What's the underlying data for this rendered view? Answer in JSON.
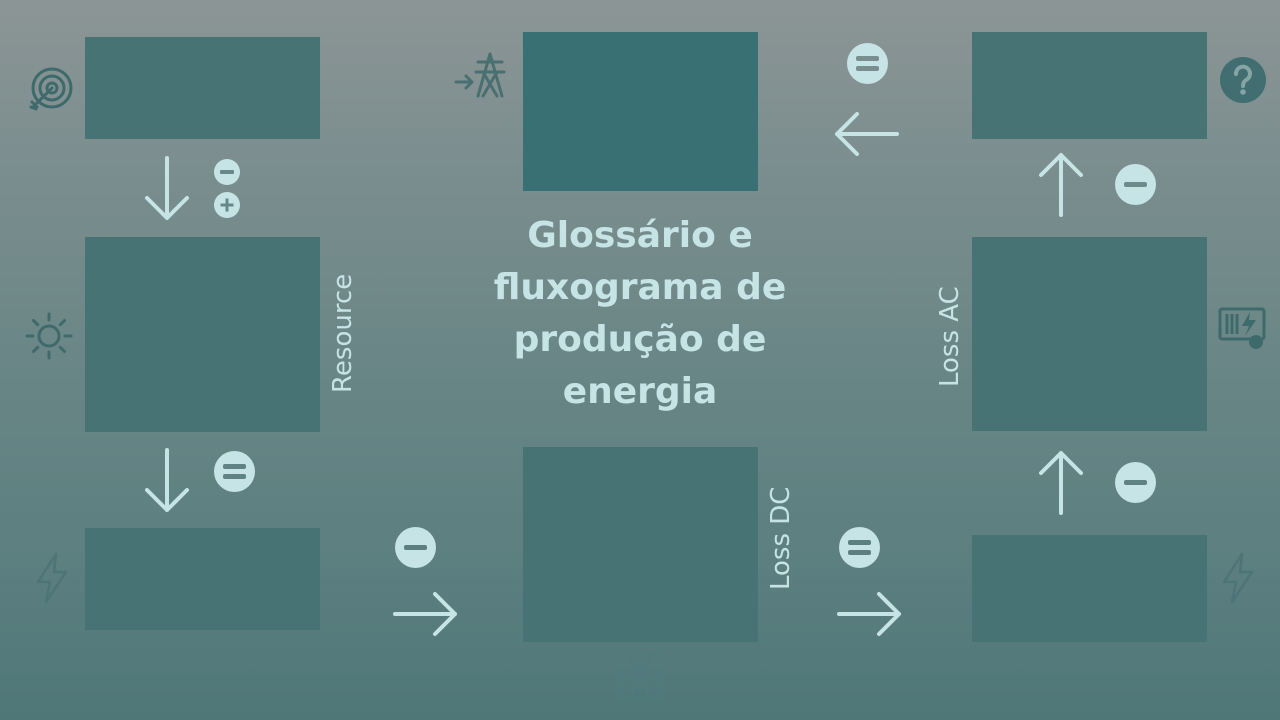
{
  "title": "Glossário e fluxograma de produção de energia",
  "labels": {
    "resource": "Resource",
    "loss_dc": "Loss DC",
    "loss_ac": "Loss AC"
  },
  "colors": {
    "box": "#477375",
    "box_dark": "#387074",
    "text": "#c6e3e5",
    "icon": "#3f6a6c"
  },
  "icons": {
    "target": "target-icon",
    "sun": "sun-icon",
    "lightning": "lightning-icon",
    "transmission_tower": "transmission-tower-icon",
    "solar_panel": "solar-panel-icon",
    "help": "question-icon",
    "inverter": "inverter-icon",
    "minus": "minus-circle-icon",
    "plus": "plus-circle-icon",
    "equals": "equals-circle-icon"
  }
}
